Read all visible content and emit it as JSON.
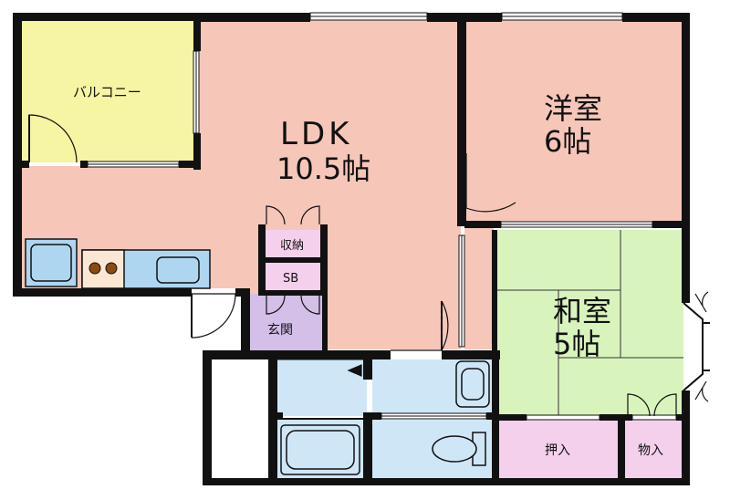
{
  "rooms": {
    "balcony": "バルコニー",
    "ldk_name": "LDK",
    "ldk_size": "10.5帖",
    "western_name": "洋室",
    "western_size": "6帖",
    "japanese_name": "和室",
    "japanese_size": "5帖",
    "storage": "収納",
    "shoe_box": "SB",
    "entrance": "玄関",
    "closet": "押入",
    "storeroom": "物入"
  },
  "colors": {
    "wall": "#111111",
    "ldk": "#f6c6b9",
    "western": "#f6c6b9",
    "balcony": "#f5f5a3",
    "japanese": "#d9f3bd",
    "entrance": "#d3bfe8",
    "closet": "#f5d0ec",
    "wet_area": "#cfe6f7",
    "kitchen": "#aed6f1"
  }
}
